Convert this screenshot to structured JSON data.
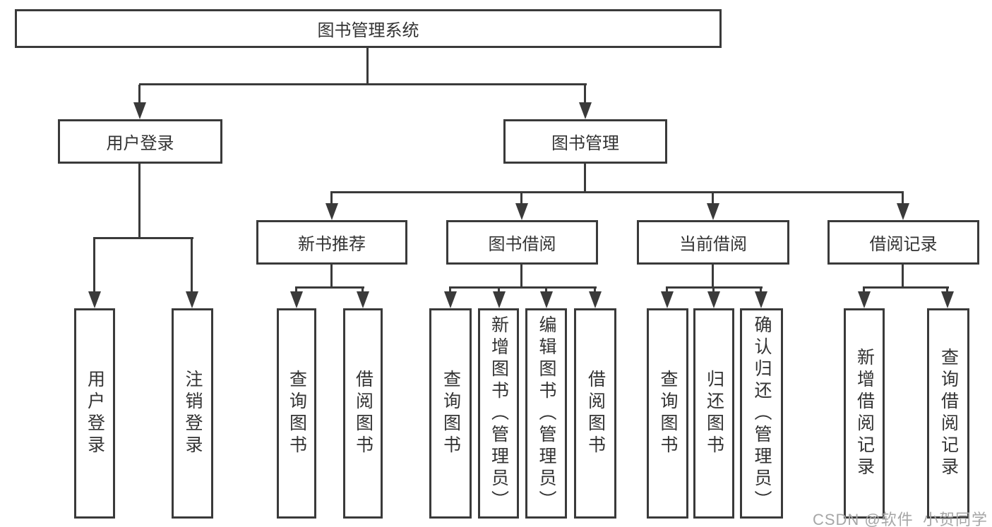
{
  "root": {
    "label": "图书管理系统"
  },
  "level2": {
    "user_login": {
      "label": "用户登录"
    },
    "book_mgmt": {
      "label": "图书管理"
    }
  },
  "level3": {
    "new_book_rec": {
      "label": "新书推荐"
    },
    "book_borrow": {
      "label": "图书借阅"
    },
    "current_borrow": {
      "label": "当前借阅"
    },
    "borrow_records": {
      "label": "借阅记录"
    }
  },
  "leaves": {
    "user_login": [
      "用户登录",
      "注销登录"
    ],
    "new_book_rec": [
      "查询图书",
      "借阅图书"
    ],
    "book_borrow": [
      "查询图书",
      "新增图书（管理员）",
      "编辑图书（管理员）",
      "借阅图书"
    ],
    "current_borrow": [
      "查询图书",
      "归还图书",
      "确认归还（管理员）"
    ],
    "borrow_records": [
      "新增借阅记录",
      "查询借阅记录"
    ]
  },
  "watermark": {
    "text": "CSDN @软件_小贺同学"
  },
  "colors": {
    "line": "#3a3a3a",
    "text": "#333333",
    "watermark": "#a6a6a6",
    "background": "#ffffff"
  }
}
